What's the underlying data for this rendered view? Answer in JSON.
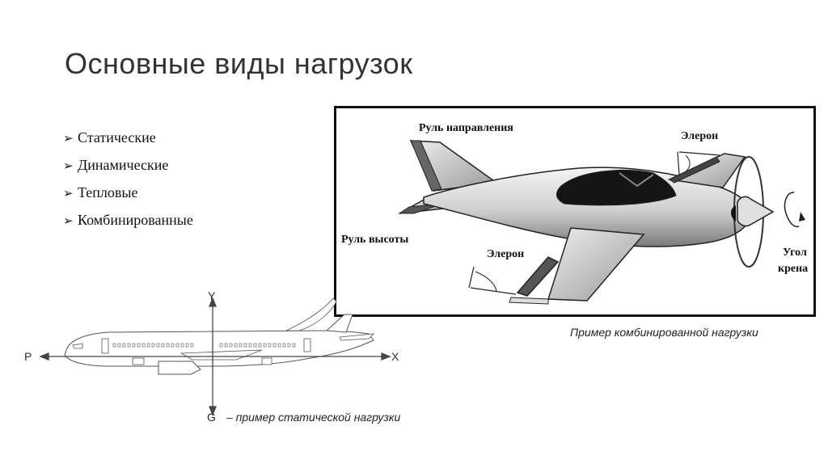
{
  "title": "Основные виды нагрузок",
  "bullets": [
    {
      "marker": "➢",
      "text": "Статические"
    },
    {
      "marker": "➢",
      "text": "Динамические"
    },
    {
      "marker": "➢",
      "text": "Тепловые"
    },
    {
      "marker": "➢",
      "text": "Комбинированные"
    }
  ],
  "combined_figure": {
    "labels": {
      "rudder": "Руль направления",
      "elevator": "Руль высоты",
      "aileron_top": "Элерон",
      "aileron_bottom": "Элерон",
      "roll_angle_line1": "Угол",
      "roll_angle_line2": "крена"
    },
    "caption": "Пример комбинированной нагрузки"
  },
  "static_figure": {
    "axis_labels": {
      "y": "Y",
      "x": "X",
      "p": "P",
      "g": "G"
    },
    "caption": "– пример статической нагрузки"
  }
}
